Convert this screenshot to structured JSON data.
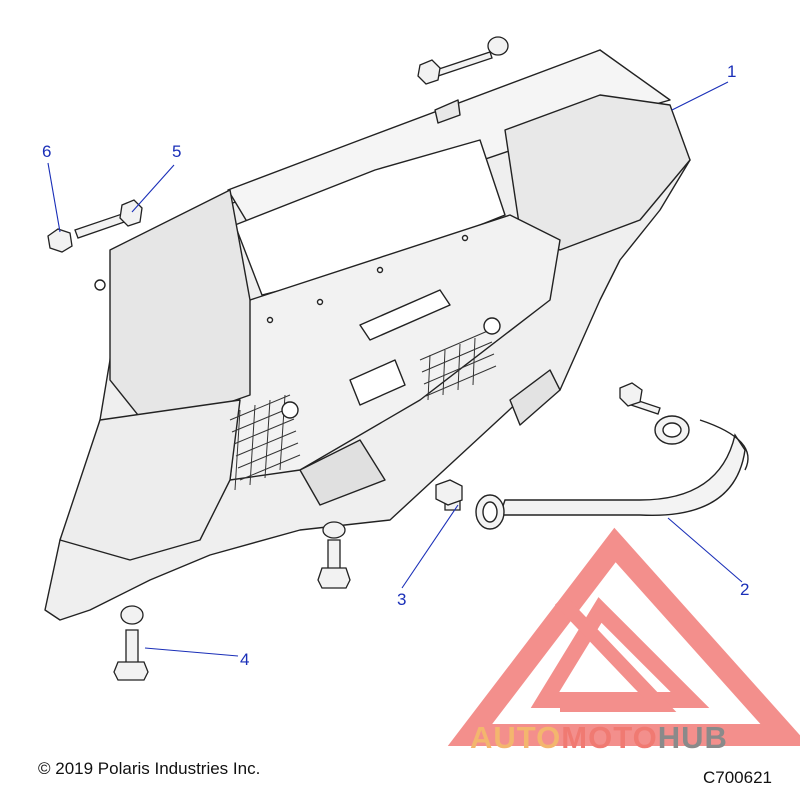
{
  "diagram": {
    "callouts": [
      {
        "id": "1",
        "label": "1"
      },
      {
        "id": "2",
        "label": "2"
      },
      {
        "id": "3",
        "label": "3"
      },
      {
        "id": "4",
        "label": "4"
      },
      {
        "id": "5",
        "label": "5"
      },
      {
        "id": "6",
        "label": "6"
      }
    ],
    "copyright": "© 2019 Polaris Industries Inc.",
    "figure_code": "C700621"
  },
  "watermark": {
    "brand_part1": "AUTO",
    "brand_part2": "MOTO",
    "brand_part3": "HUB",
    "colors": {
      "auto": "#f3b66e",
      "moto": "#f07a72",
      "hub": "#8a8a8a",
      "logo": "#ef6a66"
    }
  },
  "colors": {
    "callout": "#1a2fb8",
    "line": "#1a2fb8",
    "part_fill": "#eeeeee",
    "part_stroke": "#222222"
  }
}
